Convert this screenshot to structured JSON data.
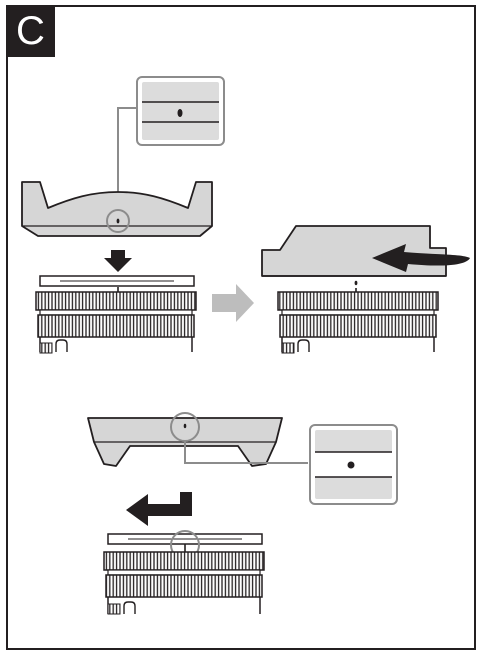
{
  "section_label": "C",
  "colors": {
    "line": "#231f20",
    "hood_fill": "#d6d6d6",
    "callout_fill": "#dcdcdc",
    "arrow_black": "#231f20",
    "arrow_gray": "#bdbdbd",
    "badge_bg": "#231f20",
    "badge_text": "#ffffff"
  },
  "steps": [
    {
      "name": "attach-hood-aligned",
      "action": "push-down"
    },
    {
      "name": "rotate-hood-lock",
      "action": "rotate-clockwise"
    },
    {
      "name": "detach-hood-unaligned",
      "action": "rotate-and-lift"
    }
  ]
}
